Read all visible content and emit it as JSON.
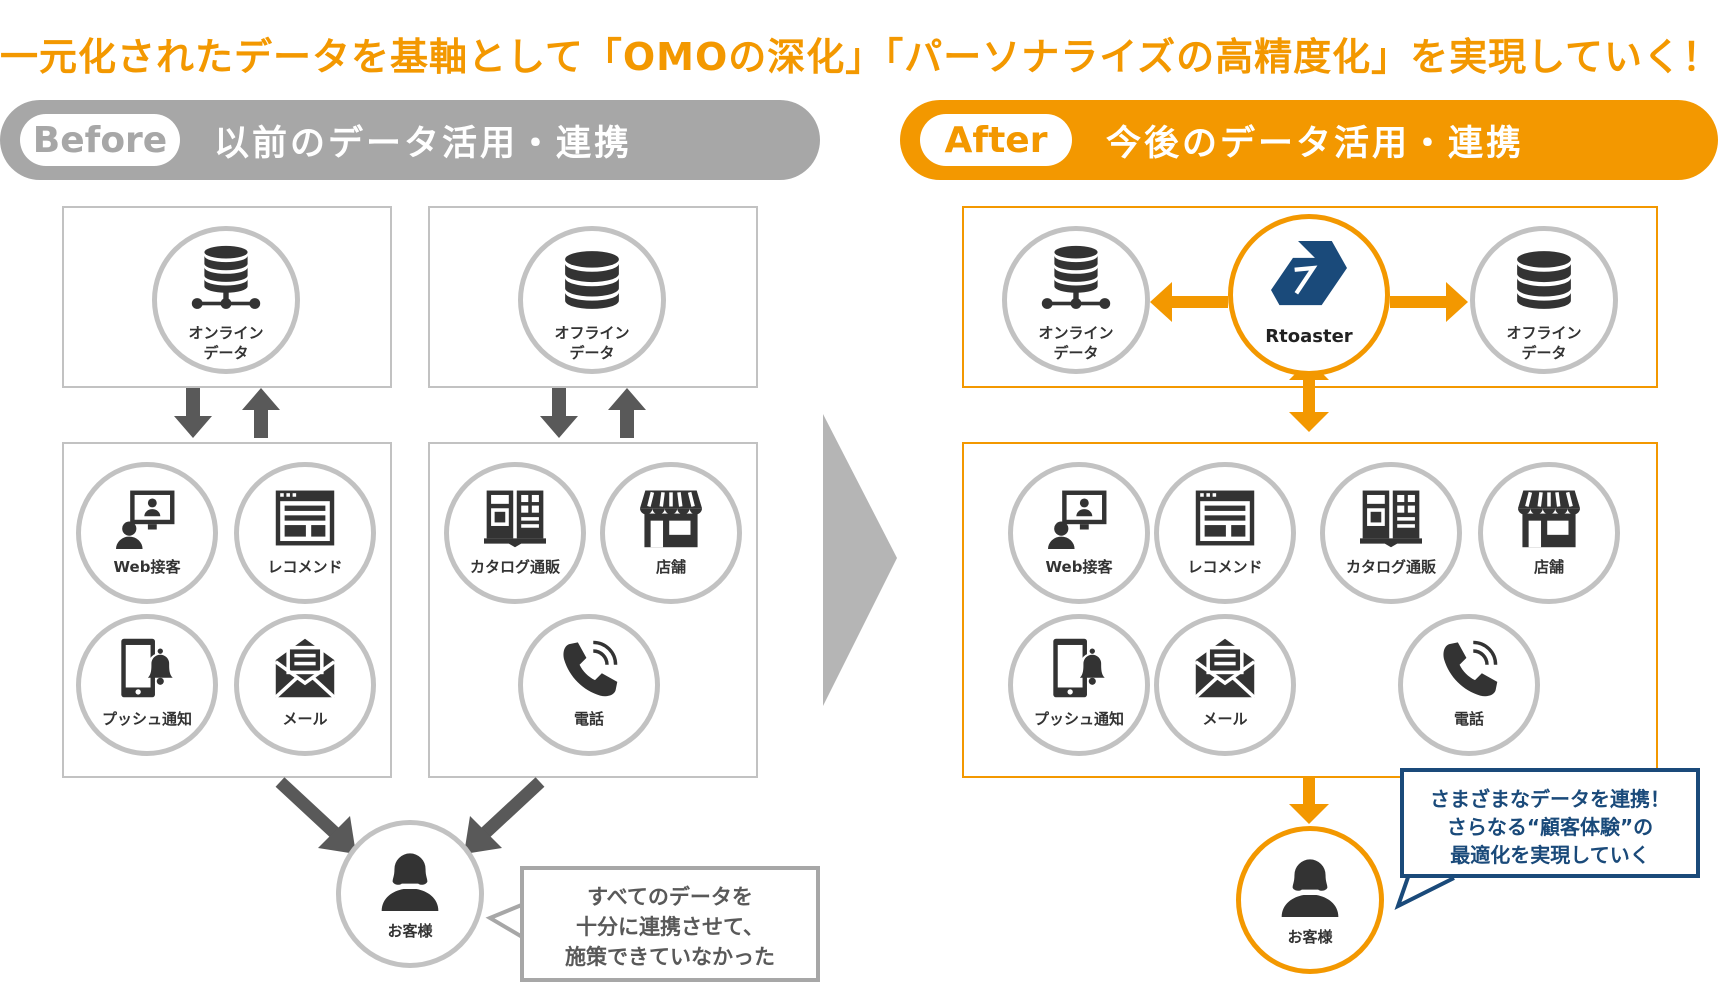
{
  "headline": "一元化されたデータを基軸として「OMOの深化」「パーソナライズの高精度化」を実現していく！",
  "before": {
    "tag": "Before",
    "title": "以前のデータ活用・連携",
    "online_data": "オンライン\nデータ",
    "offline_data": "オフライン\nデータ",
    "channels": {
      "web": "Web接客",
      "recommend": "レコメンド",
      "push": "プッシュ通知",
      "mail": "メール",
      "catalog": "カタログ通販",
      "store": "店舗",
      "phone": "電話"
    },
    "customer": "お客様",
    "note": "すべてのデータを\n十分に連携させて、\n施策できていなかった"
  },
  "after": {
    "tag": "After",
    "title": "今後のデータ活用・連携",
    "online_data": "オンライン\nデータ",
    "offline_data": "オフライン\nデータ",
    "hub": "Rtoaster",
    "channels": {
      "web": "Web接客",
      "recommend": "レコメンド",
      "catalog": "カタログ通販",
      "store": "店舗",
      "push": "プッシュ通知",
      "mail": "メール",
      "phone": "電話"
    },
    "customer": "お客様",
    "note": "さまざまなデータを連携！\nさらなる“顧客体験”の\n最適化を実現していく"
  },
  "colors": {
    "before_gray": "#a7a7a7",
    "after_orange": "#f39800",
    "rtoaster_navy": "#1a4a7a",
    "icon_dark": "#333333"
  }
}
